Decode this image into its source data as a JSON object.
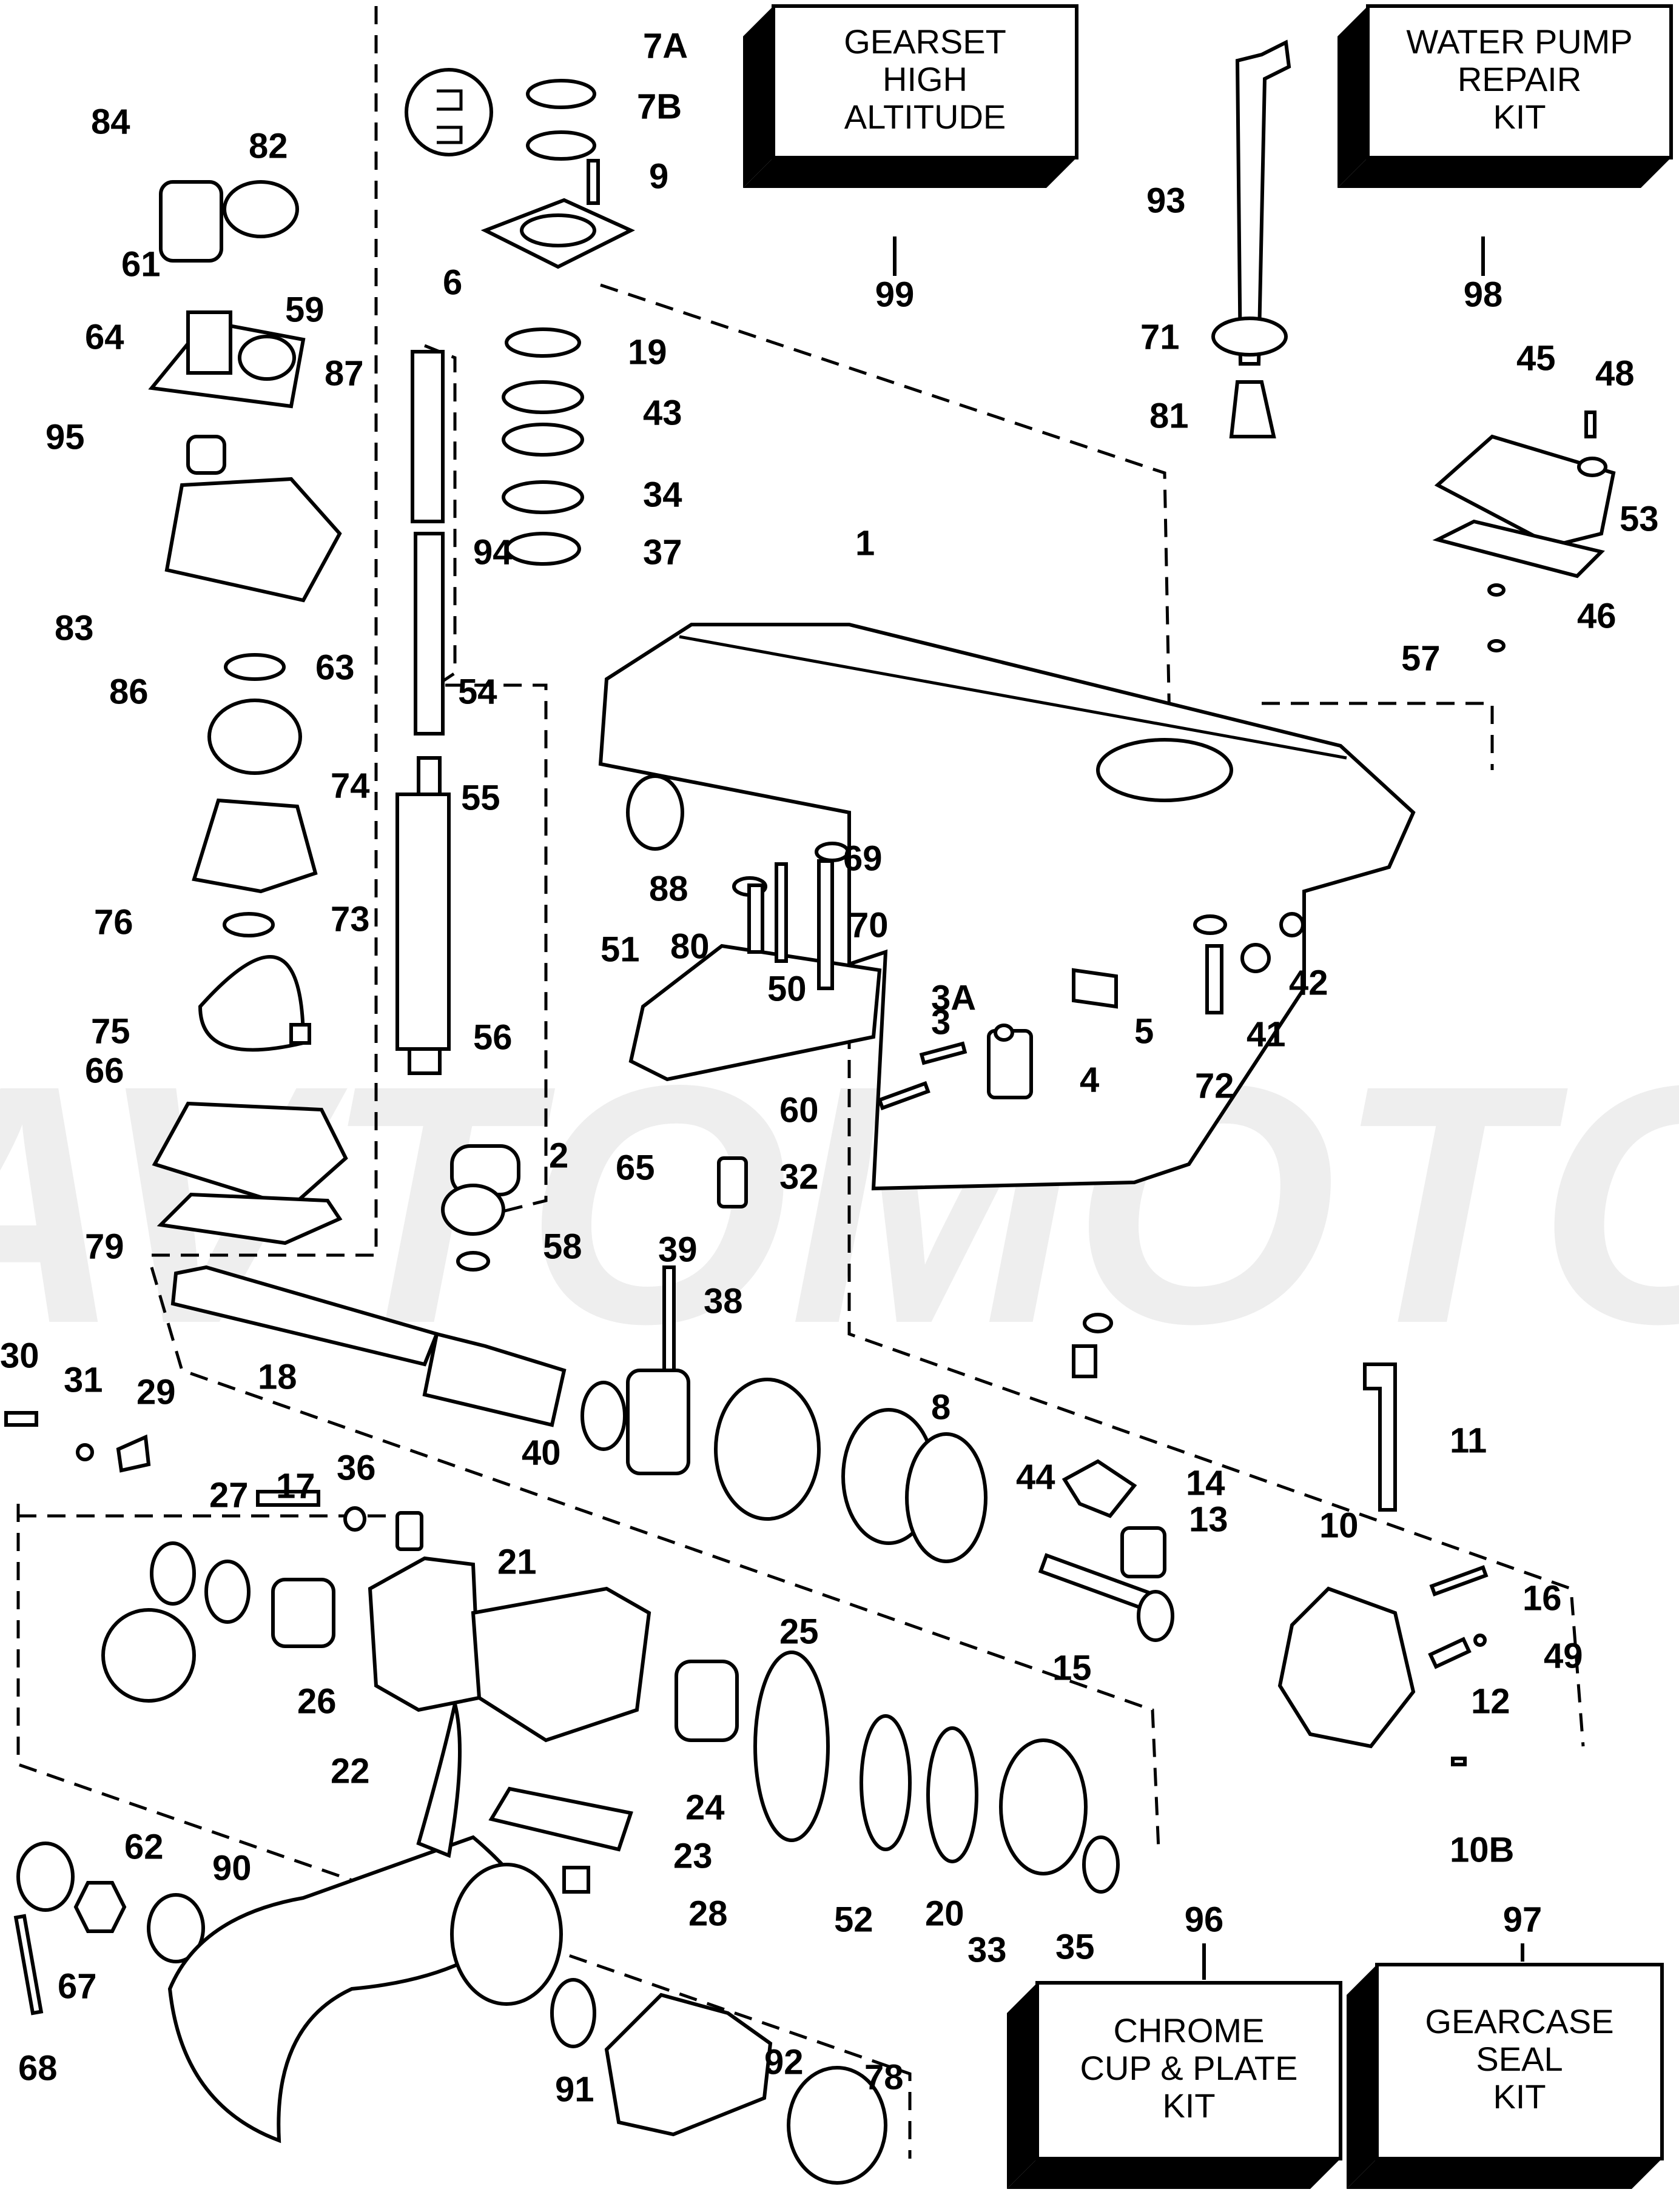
{
  "kits": [
    {
      "id": "gearset",
      "number": "99",
      "lines": [
        "GEARSET",
        "HIGH",
        "ALTITUDE"
      ]
    },
    {
      "id": "water-pump",
      "number": "98",
      "lines": [
        "WATER PUMP",
        "REPAIR",
        "KIT"
      ]
    },
    {
      "id": "chrome-cup",
      "number": "96",
      "lines": [
        "CHROME",
        "CUP & PLATE",
        "KIT"
      ]
    },
    {
      "id": "gearcase-seal",
      "number": "97",
      "lines": [
        "GEARCASE",
        "SEAL",
        "KIT"
      ]
    }
  ],
  "callouts": [
    "7A",
    "7B",
    "9",
    "6",
    "19",
    "43",
    "34",
    "37",
    "94",
    "54",
    "55",
    "56",
    "2",
    "32",
    "58",
    "84",
    "82",
    "61",
    "59",
    "64",
    "87",
    "95",
    "83",
    "86",
    "63",
    "74",
    "76",
    "73",
    "75",
    "66",
    "79",
    "93",
    "71",
    "81",
    "45",
    "48",
    "53",
    "57",
    "46",
    "1",
    "51",
    "88",
    "69",
    "80",
    "70",
    "50",
    "3A",
    "3",
    "5",
    "4",
    "72",
    "41",
    "42",
    "60",
    "65",
    "39",
    "38",
    "18",
    "40",
    "8",
    "44",
    "30",
    "31",
    "29",
    "27",
    "17",
    "36",
    "21",
    "26",
    "22",
    "25",
    "24",
    "23",
    "28",
    "52",
    "20",
    "33",
    "35",
    "11",
    "14",
    "13",
    "10",
    "15",
    "16",
    "49",
    "12",
    "10B",
    "62",
    "90",
    "67",
    "68",
    "91",
    "92",
    "78"
  ],
  "watermark": {
    "text": "AVTOMOTO"
  }
}
